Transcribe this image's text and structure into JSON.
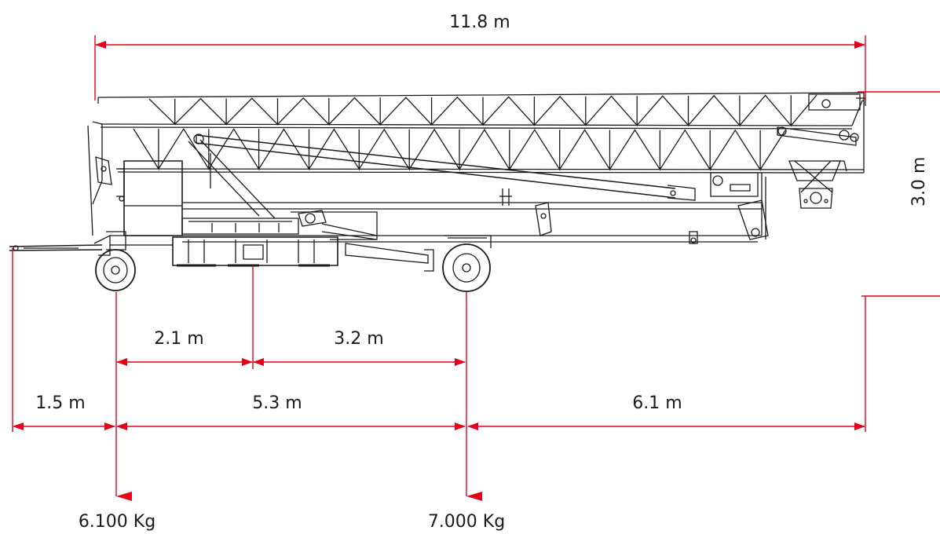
{
  "colors": {
    "dimension": "#e3001b",
    "drawing": "#1a1a1a",
    "background": "#ffffff"
  },
  "dimensions": {
    "total_length": "11.8 m",
    "height": "3.0 m",
    "drawbar": "1.5 m",
    "axle_to_center": "2.1 m",
    "center_to_rear_axle": "3.2 m",
    "wheelbase": "5.3 m",
    "rear_overhang": "6.1 m"
  },
  "loads": {
    "front_axle": "6.100 Kg",
    "rear_axle": "7.000 Kg"
  }
}
